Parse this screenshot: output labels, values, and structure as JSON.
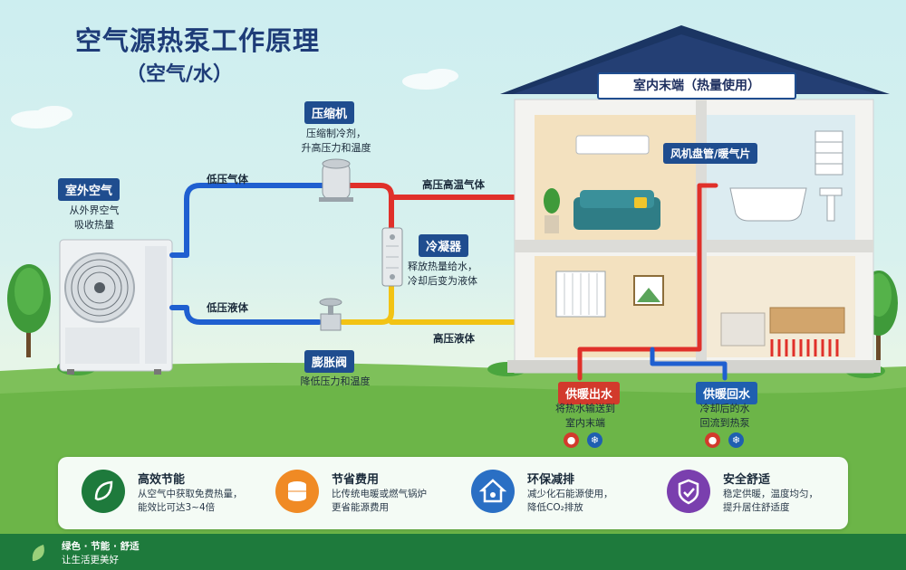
{
  "title": "空气源热泵工作原理",
  "subtitle": "（空气/水）",
  "outdoor": {
    "label": "室外空气",
    "desc": [
      "从外界空气",
      "吸收热量"
    ]
  },
  "compressor": {
    "label": "压缩机",
    "desc": [
      "压缩制冷剂，",
      "升高压力和温度"
    ]
  },
  "condenser": {
    "label": "冷凝器",
    "desc": [
      "释放热量给水，",
      "冷却后变为液体"
    ]
  },
  "valve": {
    "label": "膨胀阀",
    "desc": [
      "降低压力和温度"
    ]
  },
  "pipes": {
    "low_gas": "低压气体",
    "low_liquid": "低压液体",
    "high_gas": "高压高温气体",
    "high_liquid": "高压液体"
  },
  "house": {
    "title": "室内末端（热量使用）",
    "fan_coil": "风机盘管/暖气片"
  },
  "supply": {
    "label": "供暖出水",
    "desc": [
      "将热水输送到",
      "室内末端"
    ]
  },
  "return": {
    "label": "供暖回水",
    "desc": [
      "冷却后的水",
      "回流到热泵"
    ]
  },
  "features": [
    {
      "title": "高效节能",
      "desc": [
        "从空气中获取免费热量，",
        "能效比可达3~4倍"
      ],
      "icon": "leaf-icon",
      "color": "#1e7a3c"
    },
    {
      "title": "节省费用",
      "desc": [
        "比传统电暖或燃气锅炉",
        "更省能源费用"
      ],
      "icon": "coins-icon",
      "color": "#f08a24"
    },
    {
      "title": "环保减排",
      "desc": [
        "减少化石能源使用，",
        "降低CO₂排放"
      ],
      "icon": "eco-home-icon",
      "color": "#2a6fc4"
    },
    {
      "title": "安全舒适",
      "desc": [
        "稳定供暖，温度均匀，",
        "提升居住舒适度"
      ],
      "icon": "shield-icon",
      "color": "#7a3fae"
    }
  ],
  "footer": {
    "line1": "绿色 · 节能 · 舒适",
    "line2": "让生活更美好"
  },
  "colors": {
    "hot": "#e0302a",
    "cold": "#1f5fd0",
    "liquid": "#f2c314",
    "navy": "#1f4d8f",
    "green": "#1e7a3c"
  }
}
